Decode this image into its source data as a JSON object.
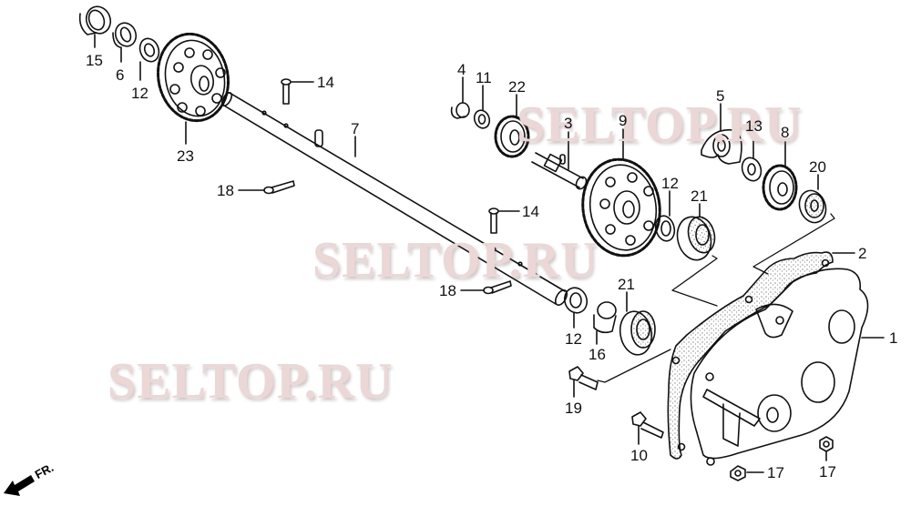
{
  "diagram": {
    "type": "exploded parts diagram",
    "subject": "transmission shaft / gear case assembly",
    "line_color": "#111111",
    "background": "#ffffff"
  },
  "watermarks": [
    {
      "text": "SELTOP.RU",
      "color": "#ecd7d7"
    },
    {
      "text": "SELTOP.RU",
      "color": "#ecd7d7"
    },
    {
      "text": "SELTOP.RU",
      "color": "#ecd7d7"
    }
  ],
  "direction_indicator": {
    "label": "FR.",
    "icon": "arrow-front-icon"
  },
  "callouts": [
    {
      "number": "15",
      "part": "seal"
    },
    {
      "number": "6",
      "part": "collar"
    },
    {
      "number": "12",
      "part": "washer"
    },
    {
      "number": "23",
      "part": "large gear"
    },
    {
      "number": "14",
      "part": "pin"
    },
    {
      "number": "7",
      "part": "shaft"
    },
    {
      "number": "18",
      "part": "cotter pin"
    },
    {
      "number": "14",
      "part": "pin"
    },
    {
      "number": "18",
      "part": "cotter pin"
    },
    {
      "number": "4",
      "part": "bushing"
    },
    {
      "number": "11",
      "part": "washer"
    },
    {
      "number": "22",
      "part": "small gear"
    },
    {
      "number": "3",
      "part": "gear shaft"
    },
    {
      "number": "9",
      "part": "gear"
    },
    {
      "number": "12",
      "part": "washer"
    },
    {
      "number": "21",
      "part": "bearing"
    },
    {
      "number": "5",
      "part": "oil seal"
    },
    {
      "number": "13",
      "part": "washer"
    },
    {
      "number": "8",
      "part": "gear"
    },
    {
      "number": "20",
      "part": "bearing"
    },
    {
      "number": "2",
      "part": "gasket"
    },
    {
      "number": "1",
      "part": "gear case"
    },
    {
      "number": "12",
      "part": "washer"
    },
    {
      "number": "16",
      "part": "collar"
    },
    {
      "number": "21",
      "part": "bearing"
    },
    {
      "number": "19",
      "part": "bolt"
    },
    {
      "number": "10",
      "part": "stud bolt"
    },
    {
      "number": "17",
      "part": "nut"
    },
    {
      "number": "17",
      "part": "nut"
    }
  ]
}
